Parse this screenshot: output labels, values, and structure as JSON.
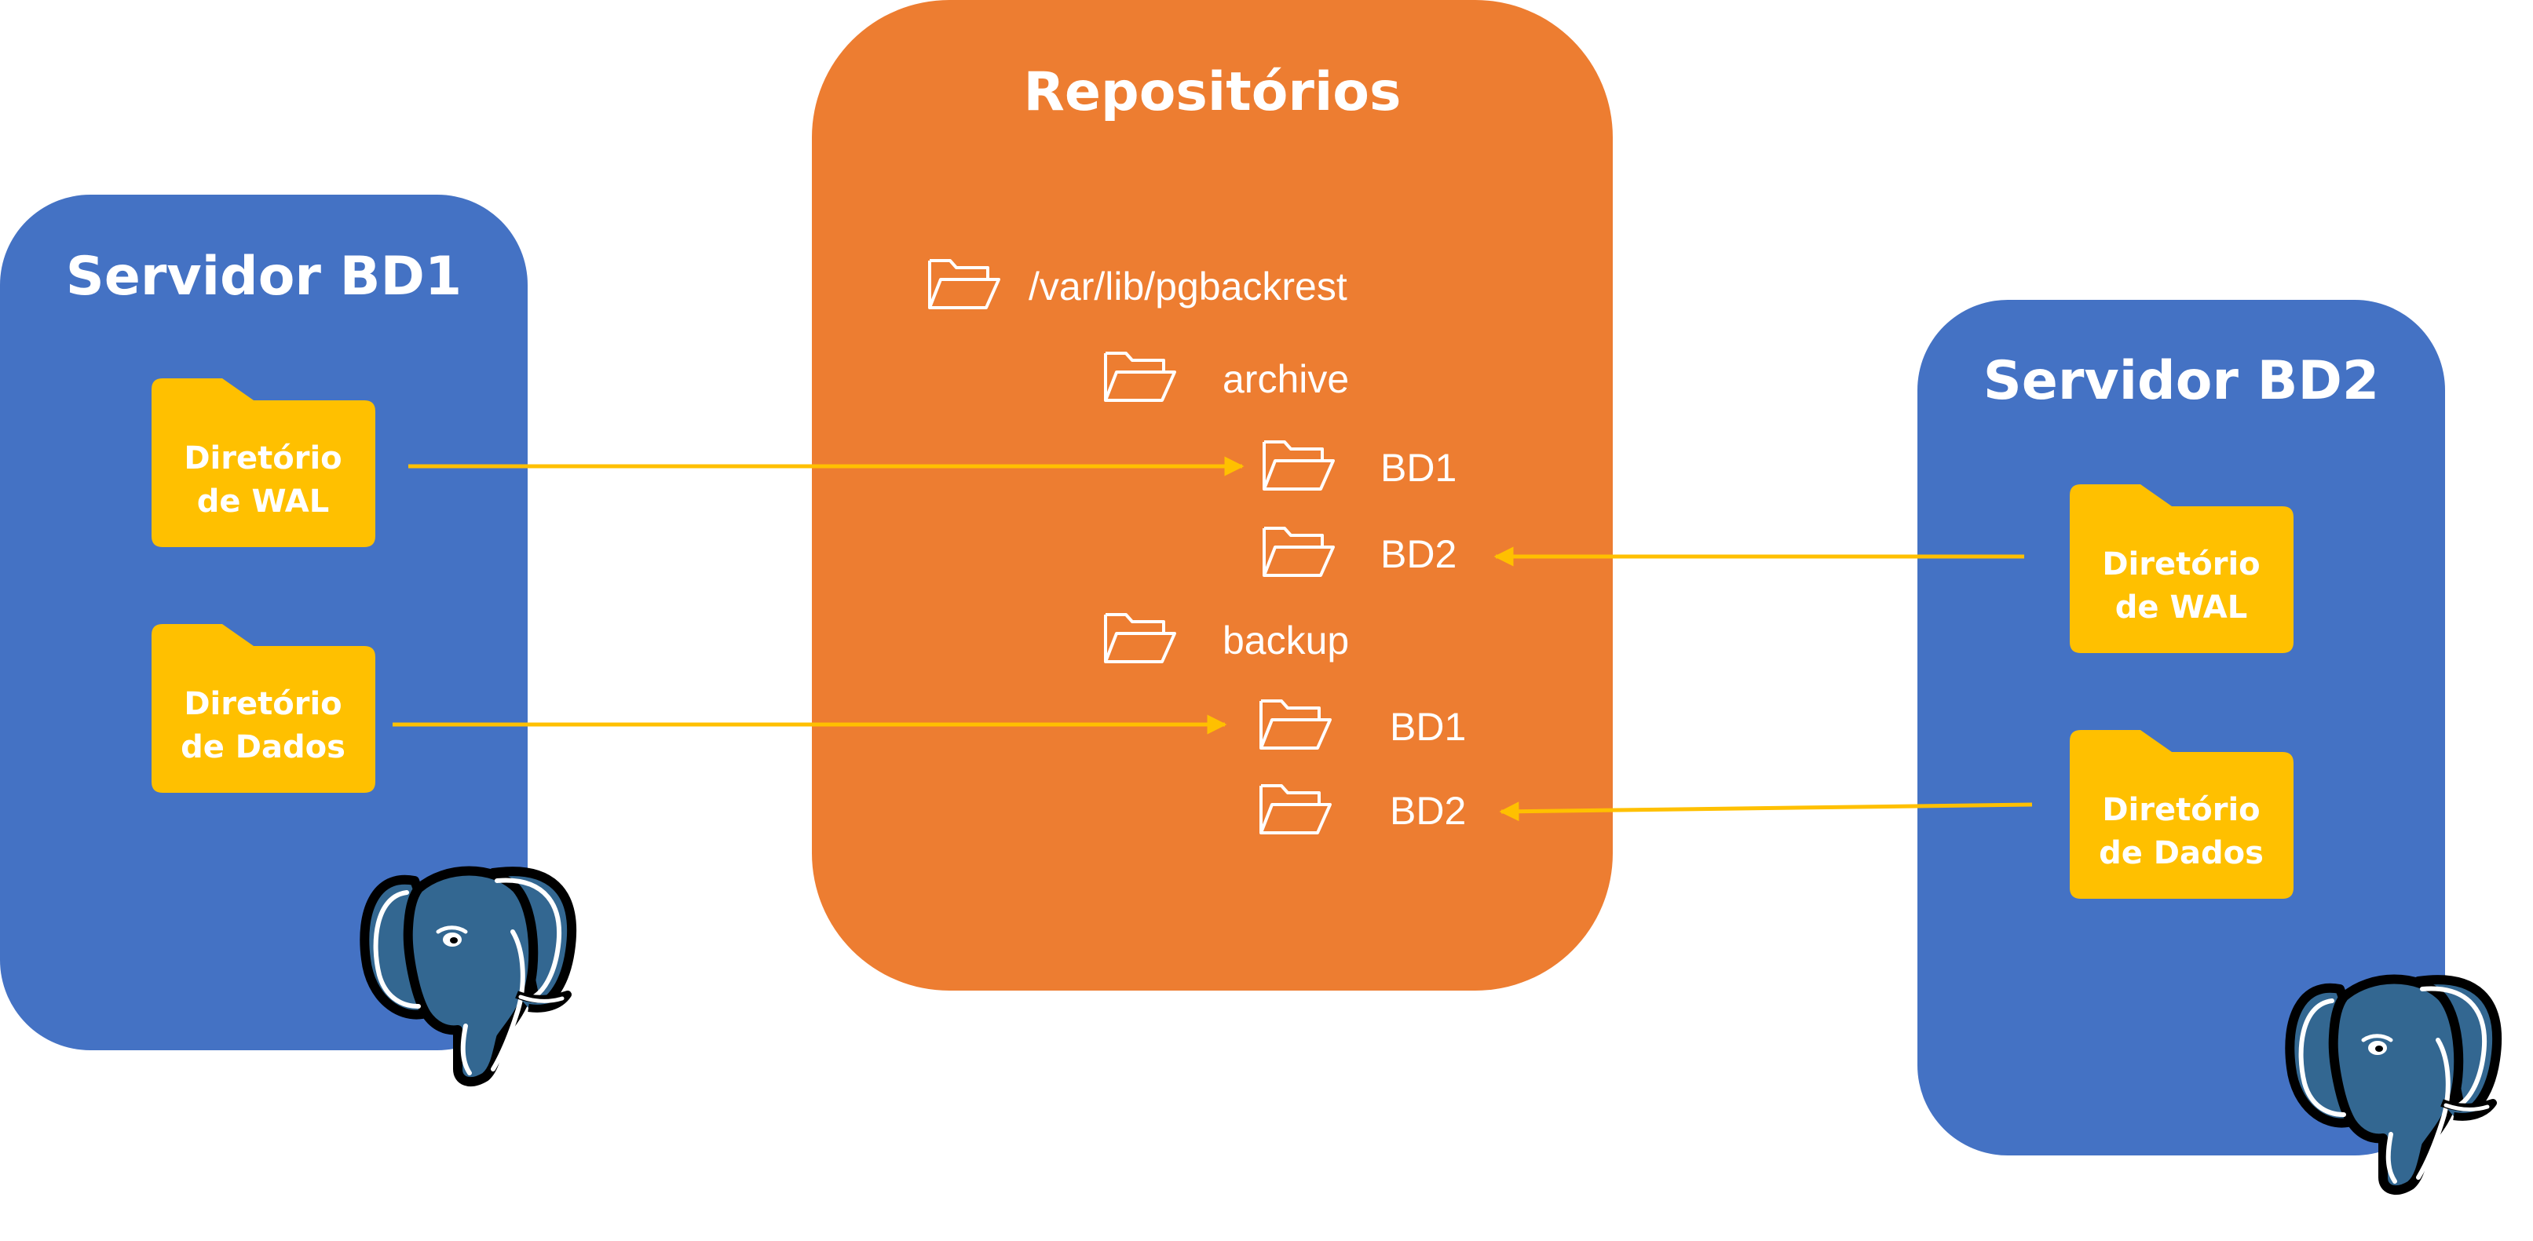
{
  "diagram": {
    "colors": {
      "server_blue": "#4472C4",
      "repository_orange": "#ED7D31",
      "folder_yellow": "#FFC000",
      "arrow_gold": "#FFC000",
      "text_white": "#FFFFFF",
      "elephant_blue": "#336791"
    },
    "server_bd1": {
      "title": "Servidor BD1",
      "wal_folder": {
        "line1": "Diretório",
        "line2": "de WAL"
      },
      "data_folder": {
        "line1": "Diretório",
        "line2": "de Dados"
      },
      "logo_icon": "postgresql-elephant-icon"
    },
    "server_bd2": {
      "title": "Servidor BD2",
      "wal_folder": {
        "line1": "Diretório",
        "line2": "de WAL"
      },
      "data_folder": {
        "line1": "Diretório",
        "line2": "de Dados"
      },
      "logo_icon": "postgresql-elephant-icon"
    },
    "repository": {
      "title": "Repositórios",
      "root": "/var/lib/pgbackrest",
      "archive": {
        "label": "archive",
        "children": [
          "BD1",
          "BD2"
        ]
      },
      "backup": {
        "label": "backup",
        "children": [
          "BD1",
          "BD2"
        ]
      },
      "folder_icon": "open-folder-outline-icon"
    },
    "connections": [
      {
        "from": "Servidor BD1 / Diretório de WAL",
        "to": "archive / BD1"
      },
      {
        "from": "Servidor BD1 / Diretório de Dados",
        "to": "backup / BD1"
      },
      {
        "from": "Servidor BD2 / Diretório de WAL",
        "to": "archive / BD2"
      },
      {
        "from": "Servidor BD2 / Diretório de Dados",
        "to": "backup / BD2"
      }
    ]
  }
}
